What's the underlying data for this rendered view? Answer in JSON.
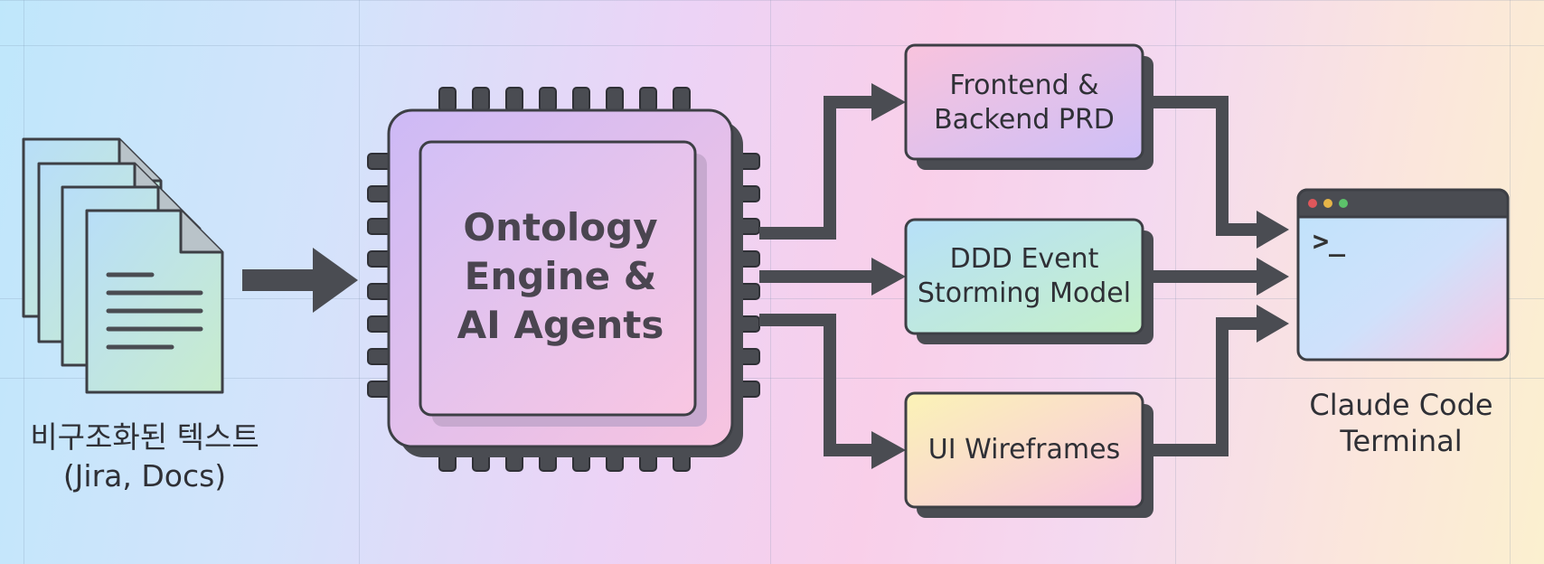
{
  "input": {
    "label_line1": "비구조화된 텍스트",
    "label_line2": "(Jira, Docs)",
    "icon": "documents-icon"
  },
  "engine": {
    "title_line1": "Ontology",
    "title_line2": "Engine &",
    "title_line3": "AI Agents",
    "icon": "chip-icon"
  },
  "outputs": [
    {
      "line1": "Frontend &",
      "line2": "Backend PRD"
    },
    {
      "line1": "DDD Event",
      "line2": "Storming Model"
    },
    {
      "line1": "UI Wireframes",
      "line2": ""
    }
  ],
  "terminal": {
    "label_line1": "Claude Code",
    "label_line2": "Terminal",
    "prompt": ">_",
    "icon": "terminal-icon"
  },
  "colors": {
    "stroke": "#3d3f45",
    "arrow": "#4a4c52",
    "dot_red": "#e0575b",
    "dot_yellow": "#e6b548",
    "dot_green": "#5cc26a"
  }
}
